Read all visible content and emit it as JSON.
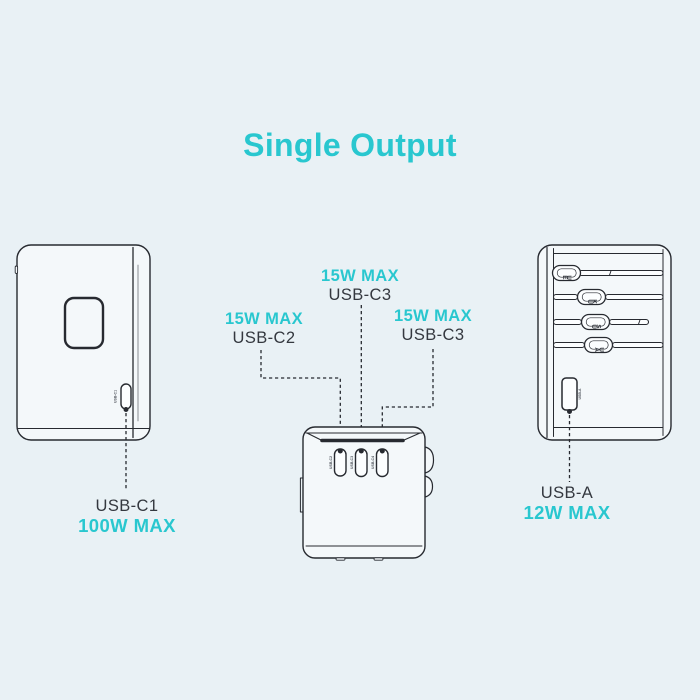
{
  "title": "Single Output",
  "colors": {
    "accent": "#29C7CF",
    "text": "#34383F",
    "line": "#272A30",
    "background": "#E9F1F5"
  },
  "front_view": {
    "port_marking": "USB-C1",
    "callout": {
      "port": "USB-C1",
      "power": "100W MAX"
    }
  },
  "top_view": {
    "port_markings": [
      "USB-C2",
      "USB-C3",
      "USB-C4"
    ],
    "callouts": [
      {
        "power": "15W MAX",
        "port": "USB-C2"
      },
      {
        "power": "15W MAX",
        "port": "USB-C3"
      },
      {
        "power": "15W MAX",
        "port": "USB-C3"
      }
    ]
  },
  "side_view": {
    "plug_sliders": [
      "EU",
      "UK",
      "US",
      "AU"
    ],
    "port_marking": "USB-A",
    "callout": {
      "port": "USB-A",
      "power": "12W MAX"
    }
  }
}
